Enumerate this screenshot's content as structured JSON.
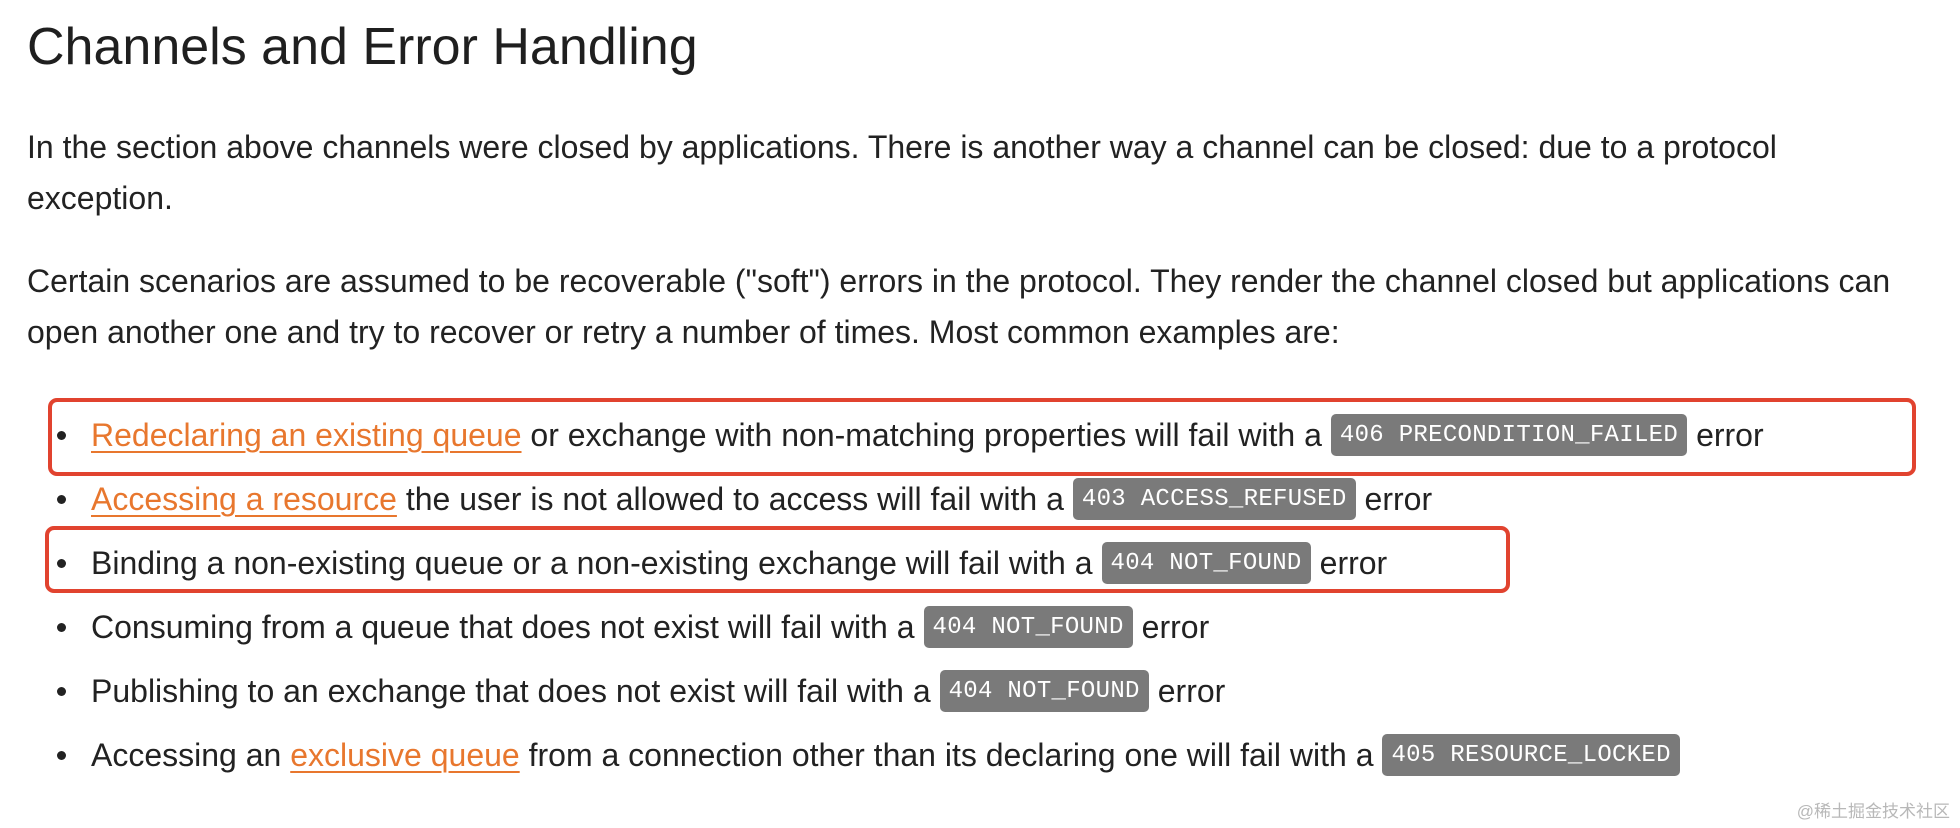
{
  "page": {
    "title": "Channels and Error Handling",
    "paragraphs": [
      "In the section above channels were closed by applications. There is another way a channel can be closed: due to a protocol exception.",
      "Certain scenarios are assumed to be recoverable (\"soft\") errors in the protocol. They render the channel closed but applications can open another one and try to recover or retry a number of times. Most common examples are:"
    ]
  },
  "items": [
    {
      "link": "Redeclaring an existing queue",
      "text": " or exchange with non-matching properties will fail with a",
      "code": "406 PRECONDITION_FAILED",
      "suffix": "error"
    },
    {
      "link": "Accessing a resource",
      "text": " the user is not allowed to access will fail with a",
      "code": "403 ACCESS_REFUSED",
      "suffix": "error"
    },
    {
      "text": "Binding a non-existing queue or a non-existing exchange will fail with a",
      "code": "404 NOT_FOUND",
      "suffix": "error"
    },
    {
      "text": "Consuming from a queue that does not exist will fail with a",
      "code": "404 NOT_FOUND",
      "suffix": "error"
    },
    {
      "text": "Publishing to an exchange that does not exist will fail with a",
      "code": "404 NOT_FOUND",
      "suffix": "error"
    },
    {
      "prefix": "Accessing an ",
      "link": "exclusive queue",
      "text": " from a connection other than its declaring one will fail with a",
      "code": "405 RESOURCE_LOCKED"
    }
  ],
  "watermark": "@稀土掘金技术社区",
  "colors": {
    "link": "#e8772e",
    "code_badge_bg": "#7a7a7a",
    "highlight_border": "#e1432f"
  }
}
